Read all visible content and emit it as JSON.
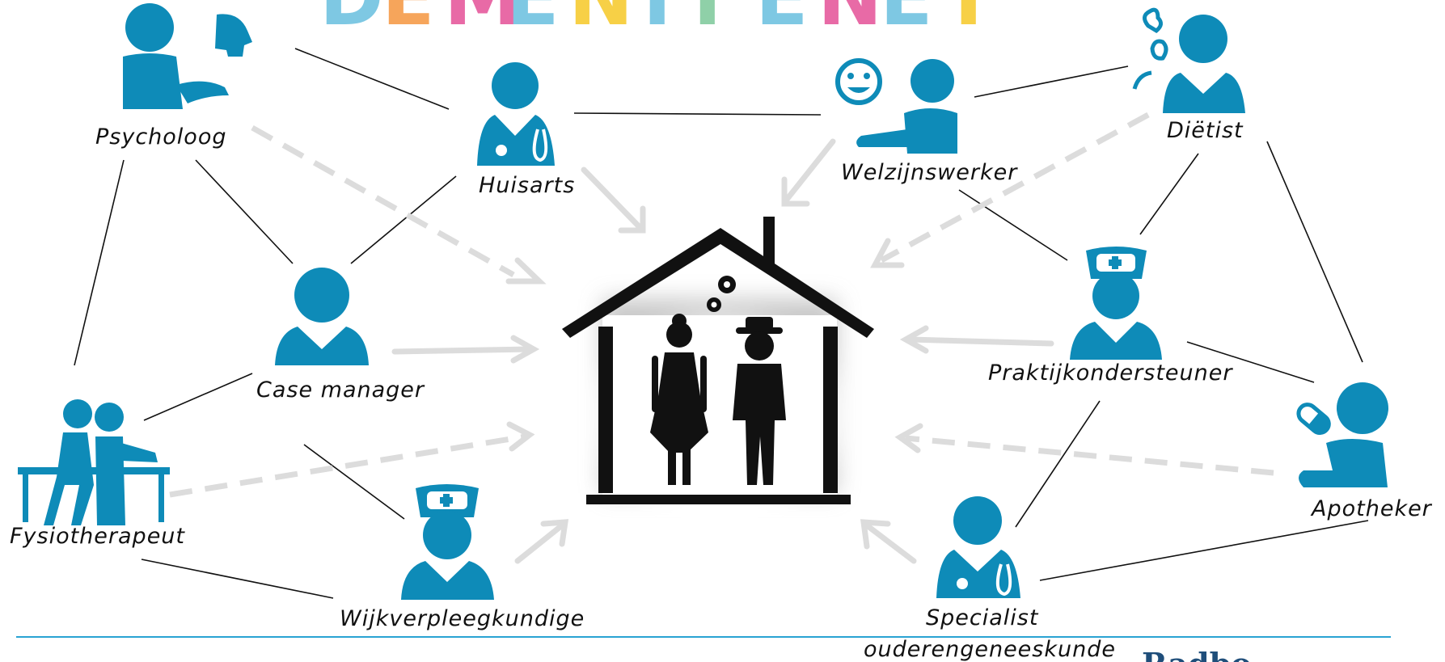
{
  "header": {
    "partial_title_letters": [
      "D",
      "E",
      "M",
      "E",
      "N",
      "T",
      "I",
      "E",
      "N",
      "E",
      "T"
    ],
    "letter_colors": [
      "#7ec8e3",
      "#f6a55b",
      "#e86aa6",
      "#7ec8e3",
      "#f7d046",
      "#7ec8e3",
      "#8fd0a8",
      "#7ec8e3",
      "#e86aa6",
      "#7ec8e3",
      "#f7d046"
    ]
  },
  "roles": {
    "psycholoog": "Psycholoog",
    "huisarts": "Huisarts",
    "welzijnswerker": "Welzijnswerker",
    "dietist": "Diëtist",
    "case_manager": "Case manager",
    "praktijkondersteuner": "Praktijkondersteuner",
    "fysiotherapeut": "Fysiotherapeut",
    "apotheker": "Apotheker",
    "wijkverpleegkundige": "Wijkverpleegkundige",
    "specialist_line1": "Specialist",
    "specialist_line2": "ouderengeneeskunde"
  },
  "footer": {
    "partial_logo_text": "Radbo",
    "divider_color": "#29a3d3"
  },
  "colors": {
    "person_blue": "#0e8bb8",
    "house_black": "#111111",
    "arrow_grey": "#dcdcdc"
  },
  "icons": [
    "person-talking-icon",
    "doctor-icon",
    "smiley-person-icon",
    "dietitian-icon",
    "case-manager-icon",
    "nurse-icon",
    "physio-icon",
    "pharmacist-icon",
    "house-icon",
    "couple-icon",
    "gears-icon"
  ]
}
